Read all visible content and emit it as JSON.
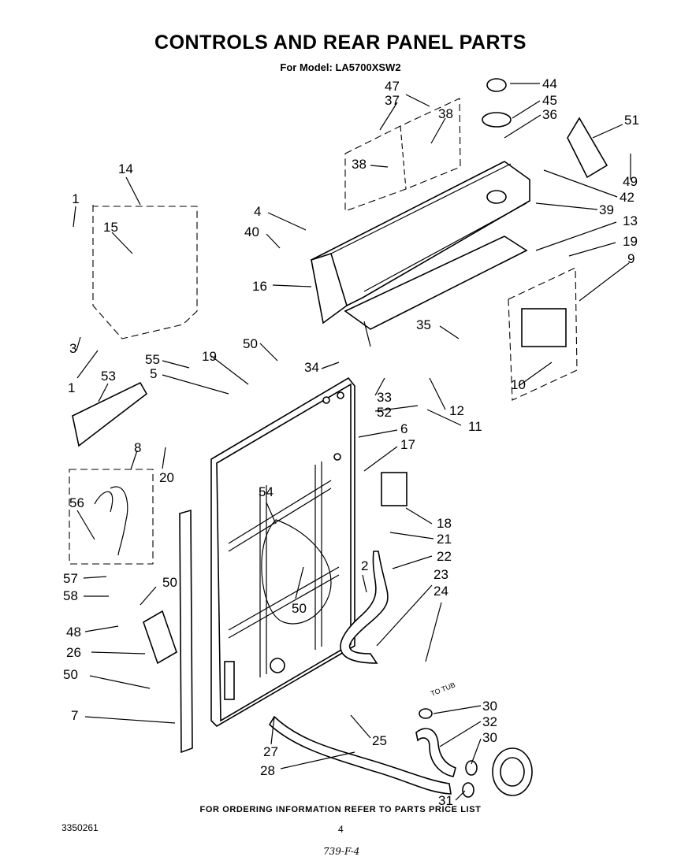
{
  "header": {
    "title": "CONTROLS AND REAR PANEL PARTS",
    "model": "For Model: LA5700XSW2"
  },
  "callouts": [
    "1",
    "3",
    "1",
    "14",
    "15",
    "53",
    "4",
    "40",
    "16",
    "47",
    "37",
    "38",
    "38",
    "44",
    "45",
    "36",
    "51",
    "49",
    "42",
    "39",
    "13",
    "19",
    "9",
    "55",
    "5",
    "19",
    "50",
    "34",
    "33",
    "52",
    "35",
    "12",
    "11",
    "10",
    "6",
    "17",
    "8",
    "20",
    "56",
    "57",
    "58",
    "50",
    "48",
    "26",
    "54",
    "50",
    "18",
    "21",
    "22",
    "2",
    "23",
    "24",
    "50",
    "7",
    "27",
    "28",
    "25",
    "30",
    "32",
    "30",
    "31"
  ],
  "flow_label": "TO TUB",
  "footer": {
    "note": "FOR ORDERING INFORMATION REFER TO PARTS PRICE LIST",
    "doc_number": "3350261",
    "page_number": "4",
    "handwritten": "739-F-4"
  }
}
